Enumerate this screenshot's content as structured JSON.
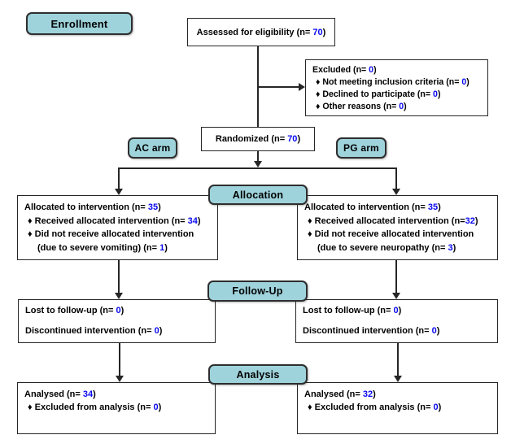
{
  "colors": {
    "teal": "#9fd3dc",
    "number_blue": "#0a0af0",
    "line_ink": "#262626"
  },
  "banners": {
    "enrollment": "Enrollment",
    "allocation": "Allocation",
    "followup": "Follow-Up",
    "analysis": "Analysis"
  },
  "arm_labels": {
    "ac": "AC arm",
    "pg": "PG arm"
  },
  "boxes": {
    "assessed": [
      "Assessed for eligibility (n= |70|)"
    ],
    "excluded": [
      "Excluded (n= |0|)",
      "♦ Not meeting inclusion criteria (n= |0|)",
      "♦ Declined to participate (n= |0|)",
      "♦ Other reasons (n= |0|)"
    ],
    "randomized": [
      "Randomized (n= |70|)"
    ],
    "allocation_left": [
      "Allocated to intervention (n= |35|)",
      "♦ Received allocated intervention (n= |34|)",
      "♦ Did not receive allocated intervention",
      "~(due to severe vomiting) (n= |1|)"
    ],
    "allocation_right": [
      "Allocated to intervention (n= |35|)",
      "♦ Received allocated intervention (n=|32|)",
      "♦ Did not receive allocated intervention",
      "~(due to severe neuropathy (n= |3|)"
    ],
    "followup_left": [
      "Lost to follow-up (n= |0|)",
      "Discontinued intervention (n= |0|)"
    ],
    "followup_right": [
      "Lost to follow-up (n= |0|)",
      "Discontinued intervention (n= |0|)"
    ],
    "analysis_left": [
      "Analysed (n= |34|)",
      "♦ Excluded from analysis (n= |0|)"
    ],
    "analysis_right": [
      "Analysed (n= |32|)",
      "♦ Excluded from analysis (n= |0|)"
    ]
  }
}
